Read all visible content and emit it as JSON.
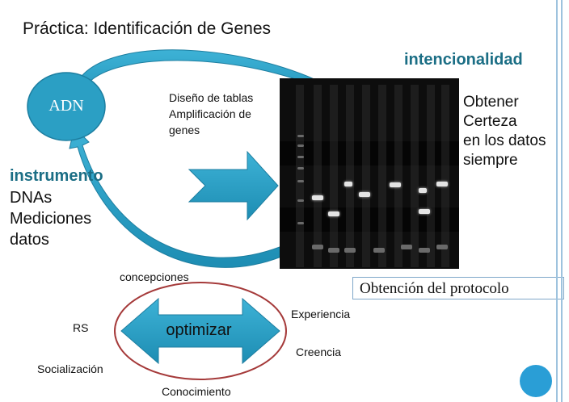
{
  "title": "Práctica: Identificación de Genes",
  "intencionalidad": "intencionalidad",
  "adn": "ADN",
  "design": [
    "Diseño de tablas",
    "Amplificación de",
    "genes"
  ],
  "obtener": [
    "Obtener",
    "Certeza",
    "en los datos",
    "siempre"
  ],
  "instrumento": "instrumento",
  "instrument_items": [
    "DNAs",
    "Mediciones",
    "datos"
  ],
  "protocolo": "Obtención del protocolo",
  "optimizar": "optimizar",
  "keywords": {
    "concepciones": "concepciones",
    "experiencia": "Experiencia",
    "rs": "RS",
    "creencia": "Creencia",
    "socializacion": "Socialización",
    "conocimiento": "Conocimiento"
  },
  "colors": {
    "accent": "#1b6e85",
    "shape_fill": "#2b9fc4",
    "ellipse_stroke": "#a53a3a",
    "box_border": "#7fa7c9"
  }
}
